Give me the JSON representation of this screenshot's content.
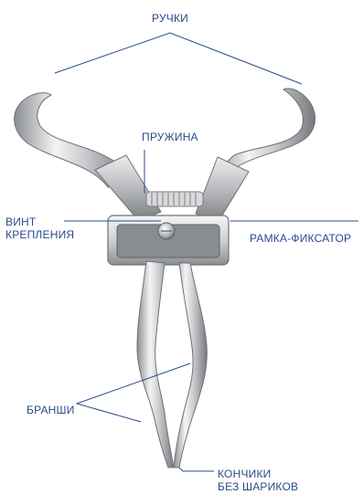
{
  "labels": {
    "handles": "РУЧКИ",
    "spring": "ПРУЖИНА",
    "screw_line1": "ВИНТ",
    "screw_line2": "КРЕПЛЕНИЯ",
    "frame": "РАМКА-ФИКСАТОР",
    "jaws": "БРАНШИ",
    "tips_line1": "КОНЧИКИ",
    "tips_line2": "БЕЗ ШАРИКОВ"
  },
  "colors": {
    "label": "#2a4a8c",
    "leader_line": "#2a4a8c",
    "metal_light": "#f2f2f2",
    "metal_mid": "#c4c6c8",
    "metal_dark": "#7d8084"
  }
}
